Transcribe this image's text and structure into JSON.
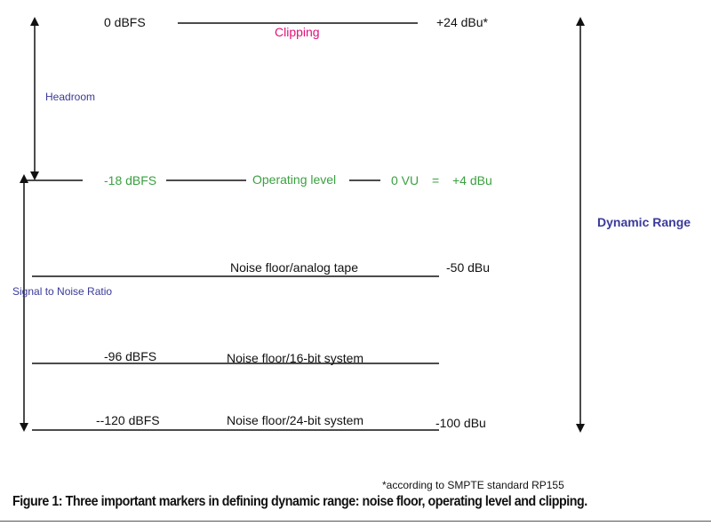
{
  "labels": {
    "zero_dbfs": "0 dBFS",
    "clipping": "Clipping",
    "plus24_dbu": "+24 dBu*",
    "headroom": "Headroom",
    "minus18_dbfs": "-18 dBFS",
    "operating_level": "Operating level",
    "zero_vu": "0 VU",
    "equals": "=",
    "plus4_dbu": "+4 dBu",
    "dynamic_range": "Dynamic Range",
    "noise_floor_tape": "Noise floor/analog tape",
    "minus50_dbu": "-50 dBu",
    "snr": "Signal to Noise Ratio",
    "minus96_dbfs": "-96 dBFS",
    "noise_floor_16": "Noise floor/16-bit system",
    "minus120_dbfs": "--120 dBFS",
    "noise_floor_24": "Noise floor/24-bit system",
    "minus100_dbu": "-100 dBu"
  },
  "footnote": "*according to SMPTE standard RP155",
  "caption": "Figure 1: Three important markers in defining dynamic range: noise floor, operating level and clipping.",
  "colors": {
    "green": "#3aa040",
    "blue": "#3a3a9a",
    "pink": "#e0107a",
    "line": "#111111"
  }
}
